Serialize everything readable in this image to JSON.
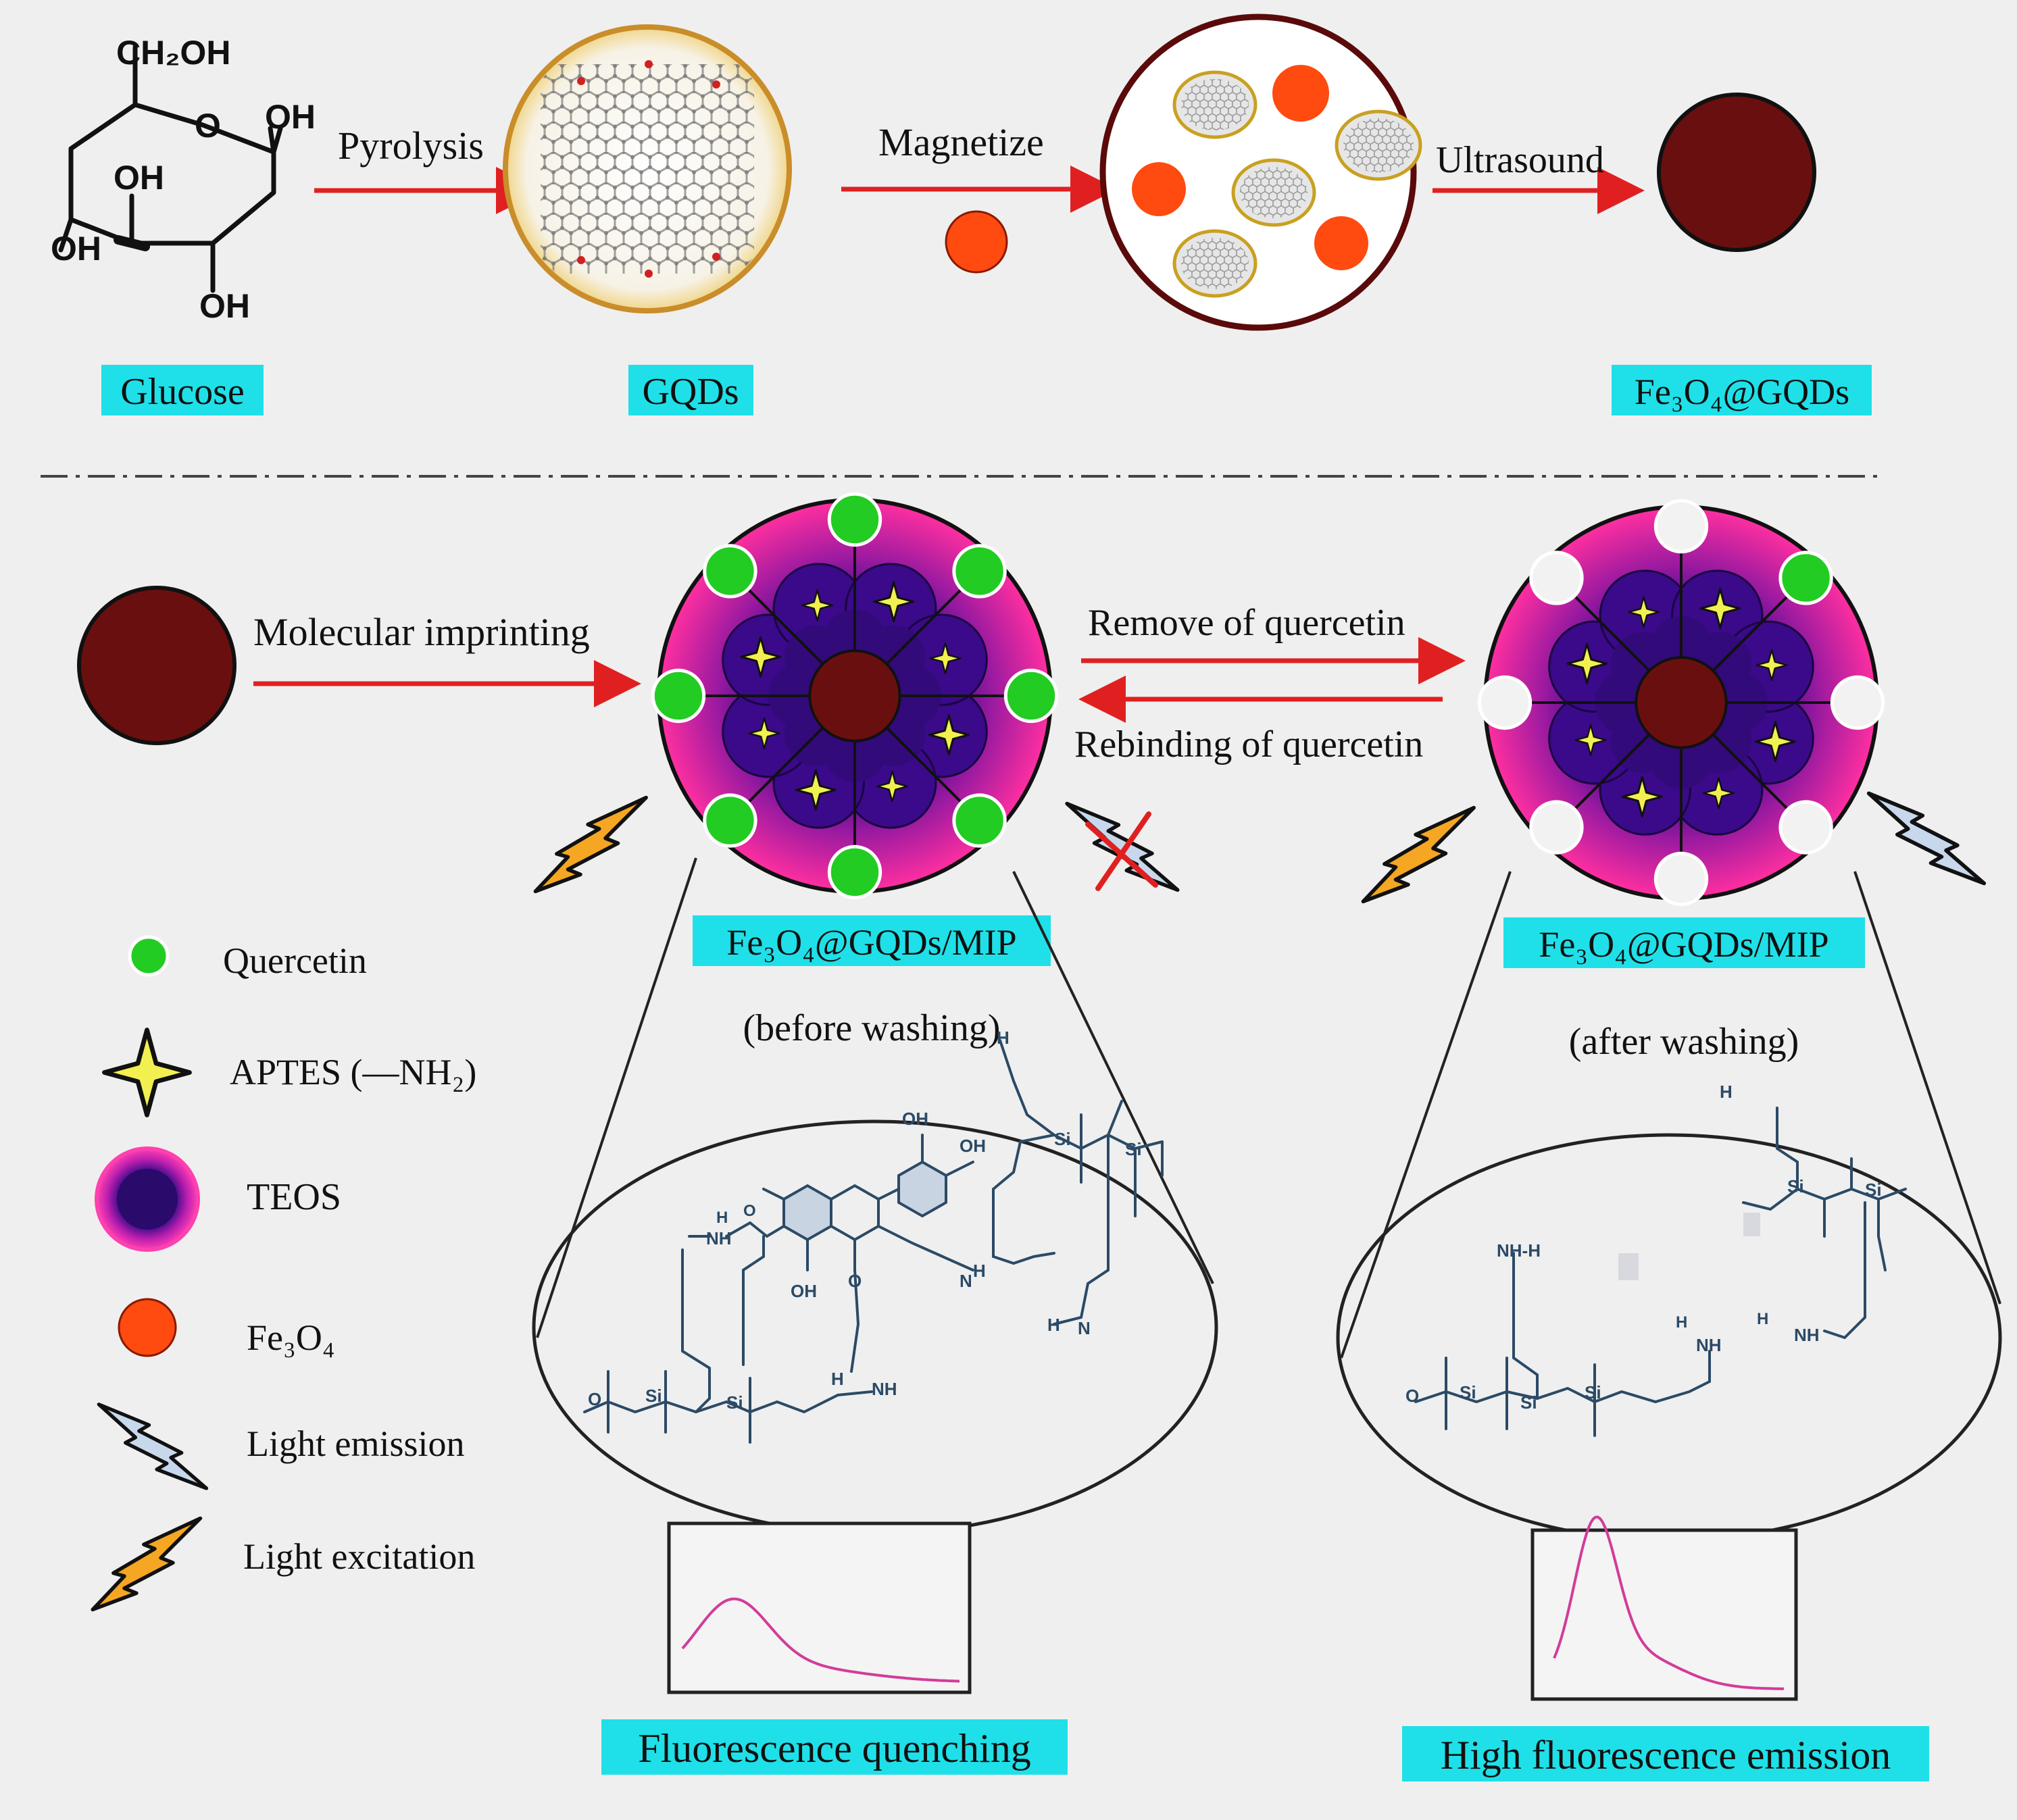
{
  "top": {
    "glucose_groups": [
      "CH2OH",
      "OH",
      "OH",
      "OH",
      "OH"
    ],
    "label_glucose": "Glucose",
    "step_pyrolysis": "Pyrolysis",
    "label_gqds": "GQDs",
    "step_magnetize": "Magnetize",
    "step_ultrasound": "Ultrasound",
    "label_product": "Fe3O4@GQDs"
  },
  "middle": {
    "step_imprinting": "Molecular imprinting",
    "remove_label": "Remove of quercetin",
    "rebind_label": "Rebinding of quercetin",
    "mip_left_label": "Fe3O4@GQDs/MIP",
    "mip_left_state": "(before washing)",
    "mip_right_label": "Fe3O4@GQDs/MIP",
    "mip_right_state": "(after washing)"
  },
  "legend": {
    "quercetin": "Quercetin",
    "aptes": "APTES (—NH2)",
    "teos": "TEOS",
    "fe3o4": "Fe3O4",
    "emission": "Light emission",
    "excitation": "Light excitation"
  },
  "bottom": {
    "left_result": "Fluorescence quenching",
    "right_result": "High fluorescence emission"
  },
  "colors": {
    "arrow": "#e02020",
    "highlight": "#1fe0e8",
    "core": "#6a0f0f",
    "magenta": "#ff2fa0",
    "purple": "#3a0a8a",
    "quercetin": "#22cc22",
    "fe3o4": "#ff4a10",
    "bolt_excite": "#f5a623",
    "bolt_emit": "#c8d8ec",
    "spectrum": "#d23c9a"
  }
}
